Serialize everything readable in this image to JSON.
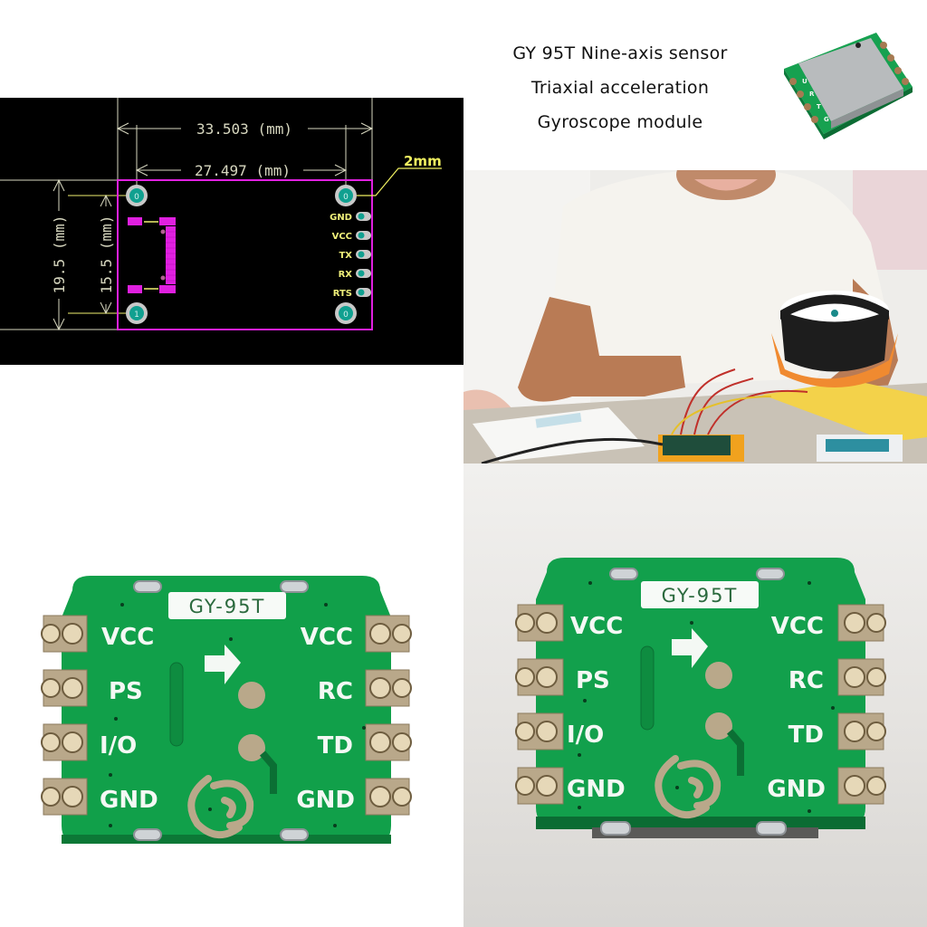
{
  "title_block": {
    "lines": [
      "GY 95T Nine-axis sensor",
      "Triaxial acceleration",
      "Gyroscope module"
    ]
  },
  "pcb_drawing": {
    "outer_width": "33.503 (mm)",
    "inner_width": "27.497 (mm)",
    "outer_height": "19.5 (mm)",
    "inner_height": "15.5 (mm)",
    "hole_callout": "2mm",
    "mount_holes": [
      "0",
      "0",
      "1",
      "0"
    ],
    "pins": [
      "GND",
      "VCC",
      "TX",
      "RX",
      "RTS"
    ],
    "colors": {
      "outline": "#e020e0",
      "pad": "#10a090",
      "dimension": "#f0f070"
    }
  },
  "chip_thumbnail": {
    "side_labels": [
      "U",
      "R",
      "T",
      "G"
    ]
  },
  "board": {
    "model": "GY-95T",
    "left_labels": [
      "VCC",
      "PS",
      "I/O",
      "GND"
    ],
    "right_labels": [
      "VCC",
      "RC",
      "TD",
      "GND"
    ],
    "colors": {
      "pcb": "#11a04a",
      "gold": "#b9a88a",
      "silk": "#f4f8f4"
    }
  }
}
